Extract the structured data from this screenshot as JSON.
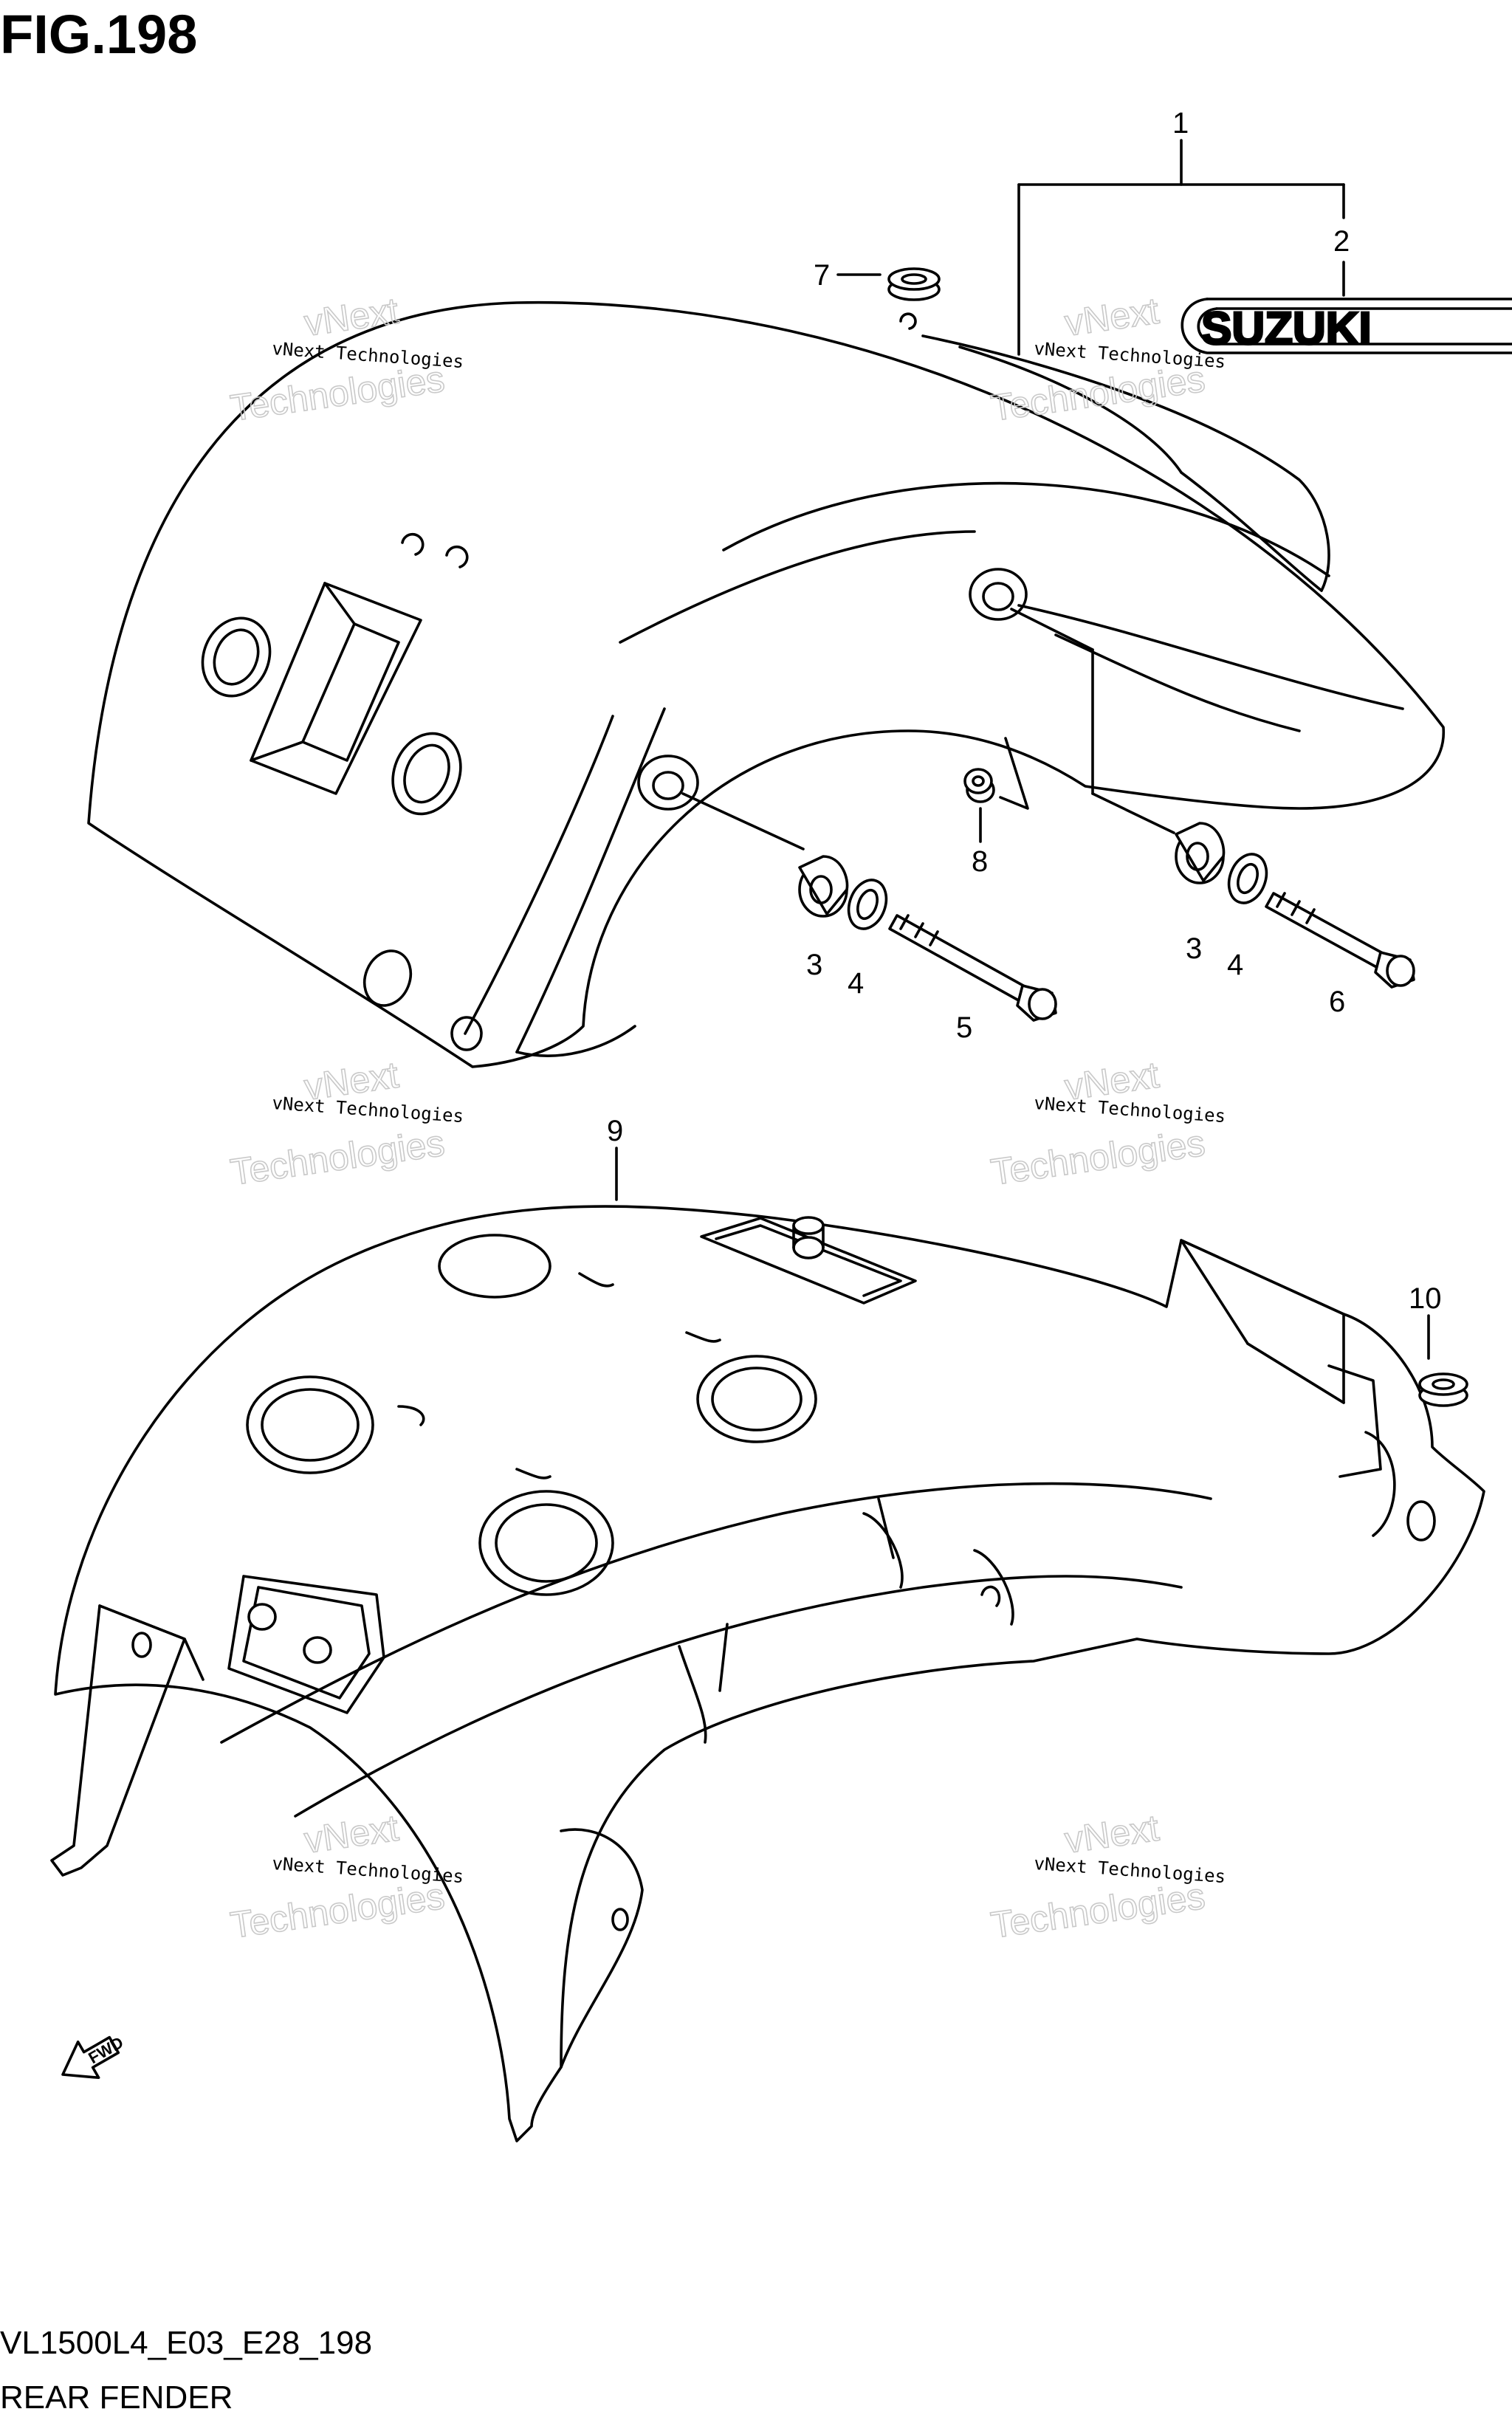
{
  "figure": {
    "title": "FIG.198",
    "code": "VL1500L4_E03_E28_198",
    "caption": "REAR FENDER"
  },
  "emblem": {
    "text": "SUZUKI"
  },
  "fwd_arrow": {
    "label": "FWD"
  },
  "watermark": {
    "line1": "vNext Technologies",
    "outline_top": "vNext",
    "outline_bottom": "Technologies"
  },
  "callouts": [
    "1",
    "2",
    "3",
    "3",
    "4",
    "4",
    "5",
    "6",
    "7",
    "8",
    "9",
    "10"
  ]
}
